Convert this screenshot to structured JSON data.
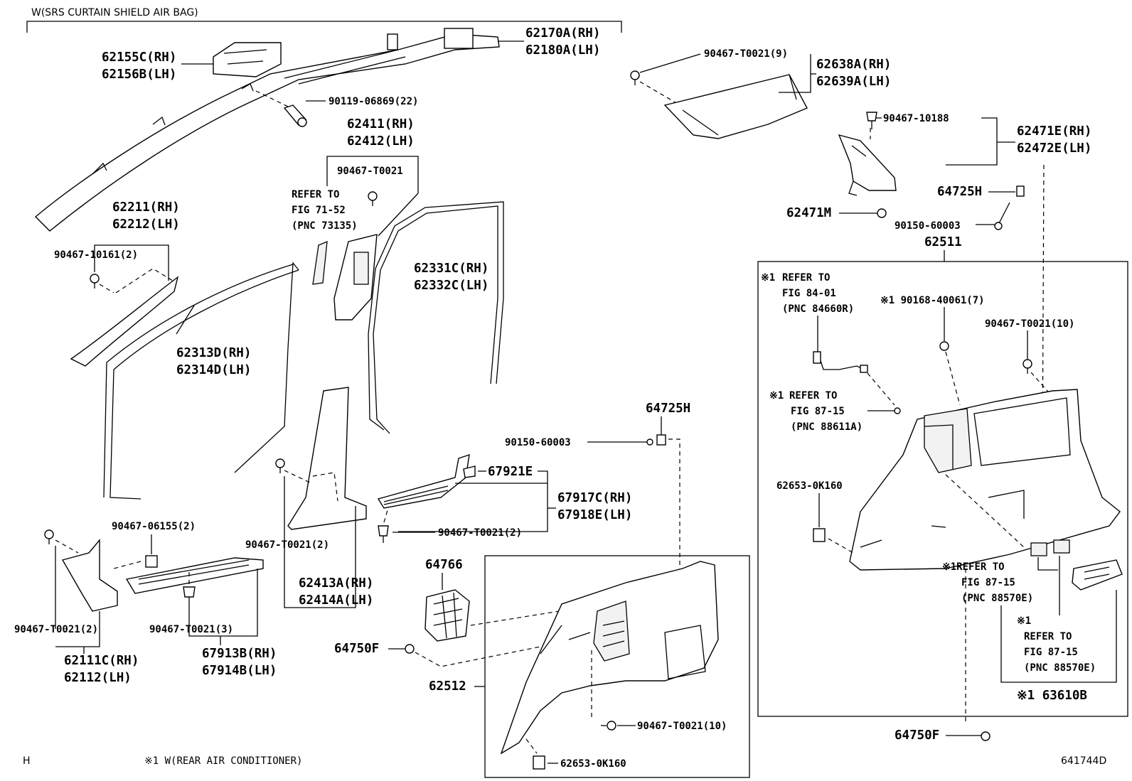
{
  "header": {
    "note": "W(SRS CURTAIN SHIELD AIR BAG)"
  },
  "footer": {
    "left_code": "H",
    "note": "※1 W(REAR AIR CONDITIONER)",
    "figure_id": "641744D"
  },
  "callouts": {
    "c62155_rh": "62155C(RH)",
    "c62156_lh": "62156B(LH)",
    "c62170_rh": "62170A(RH)",
    "c62180_lh": "62180A(LH)",
    "c90119": "90119-06869(22)",
    "c62411_rh": "62411(RH)",
    "c62412_lh": "62412(LH)",
    "c90467_t0021_a": "90467-T0021",
    "refer_71_1": "REFER TO",
    "refer_71_2": "FIG 71-52",
    "refer_71_3": "(PNC 73135)",
    "c62211_rh": "62211(RH)",
    "c62212_lh": "62212(LH)",
    "c90467_10161": "90467-10161(2)",
    "c62331_rh": "62331C(RH)",
    "c62332_lh": "62332C(LH)",
    "c62313_rh": "62313D(RH)",
    "c62314_lh": "62314D(LH)",
    "c90467_t0021_9": "90467-T0021(9)",
    "c62638_rh": "62638A(RH)",
    "c62639_lh": "62639A(LH)",
    "c90467_10188": "90467-10188",
    "c62471_rh": "62471E(RH)",
    "c62472_lh": "62472E(LH)",
    "c64725h_a": "64725H",
    "c62471m": "62471M",
    "c90150_a": "90150-60003",
    "c62511": "62511",
    "refer_84_0": "※1",
    "refer_84_1": "REFER TO",
    "refer_84_2": "FIG 84-01",
    "refer_84_3": "(PNC 84660R)",
    "c90168": "※1 90168-40061(7)",
    "c90467_t0021_10a": "90467-T0021(10)",
    "refer_87a_0": "※1",
    "refer_87a_1": "REFER TO",
    "refer_87a_2": "FIG 87-15",
    "refer_87a_3": "(PNC 88611A)",
    "c62653_a": "62653-0K160",
    "c64725h_b": "64725H",
    "c90150_b": "90150-60003",
    "c67921e": "67921E",
    "c67917_rh": "67917C(RH)",
    "c67918_lh": "67918E(LH)",
    "c90467_t0021_2a": "90467-T0021(2)",
    "c90467_06155": "90467-06155(2)",
    "c90467_t0021_2b": "90467-T0021(2)",
    "c62413_rh": "62413A(RH)",
    "c62414_lh": "62414A(LH)",
    "c64766": "64766",
    "c90467_t0021_2c": "90467-T0021(2)",
    "c90467_t0021_3": "90467-T0021(3)",
    "c62111_rh": "62111C(RH)",
    "c62112_lh": "62112(LH)",
    "c67913_rh": "67913B(RH)",
    "c67914_lh": "67914B(LH)",
    "c64750f_a": "64750F",
    "c62512": "62512",
    "c90467_t0021_10b": "90467-T0021(10)",
    "c62653_b": "62653-0K160",
    "refer_87b_1": "※1REFER TO",
    "refer_87b_2": "FIG 87-15",
    "refer_87b_3": "(PNC 88570E)",
    "refer_87c_0": "※1",
    "refer_87c_1": "REFER TO",
    "refer_87c_2": "FIG 87-15",
    "refer_87c_3": "(PNC 88570E)",
    "c63610b": "※1 63610B",
    "c64750f_b": "64750F"
  }
}
